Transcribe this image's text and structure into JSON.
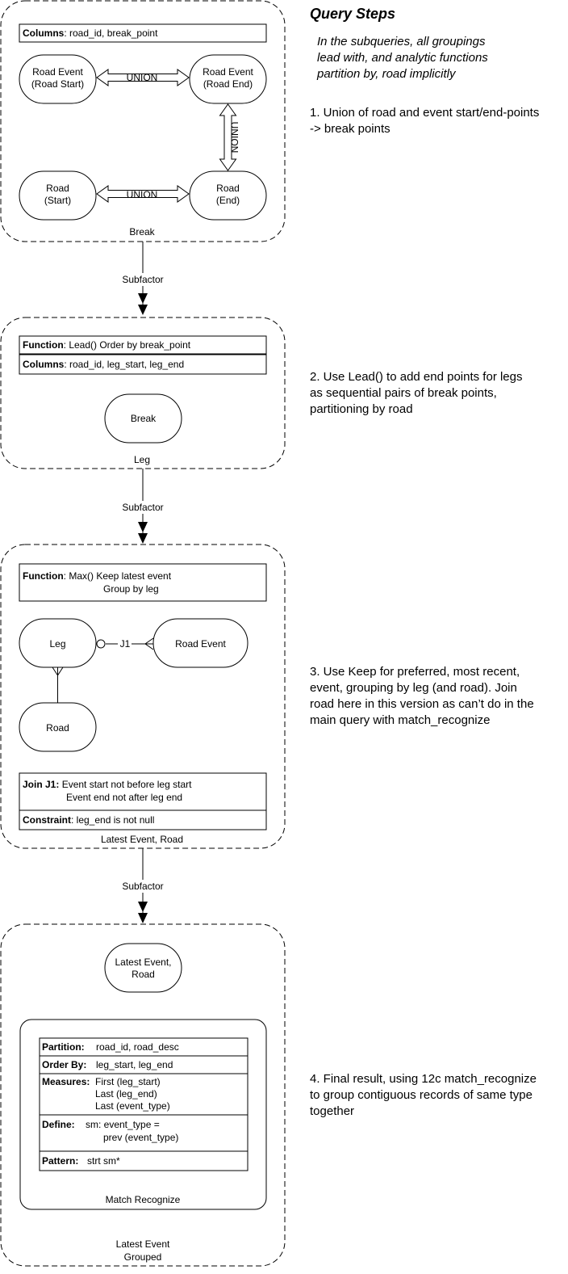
{
  "heading": "Query Steps",
  "intro": [
    "In the subqueries, all groupings",
    "lead with, and analytic functions",
    "partition by, road implicitly"
  ],
  "steps": [
    {
      "desc": [
        "1. Union of road and event start/end-points",
        "-> break points"
      ]
    },
    {
      "desc": [
        "2. Use Lead() to add end points for legs",
        "as sequential pairs of break points,",
        "partitioning by road"
      ]
    },
    {
      "desc": [
        "3. Use Keep for preferred, most recent,",
        "event, grouping by leg (and road). Join",
        "road here in this version as can’t do in the",
        "main query with match_recognize"
      ]
    },
    {
      "desc": [
        "4. Final result, using 12c match_recognize",
        "to group contiguous records of same type",
        "together"
      ]
    }
  ],
  "break": {
    "columns_label": "Columns",
    "columns_value": ": road_id, break_point",
    "event_start": [
      "Road Event",
      "(Road Start)"
    ],
    "event_end": [
      "Road Event",
      "(Road End)"
    ],
    "road_start": [
      "Road",
      "(Start)"
    ],
    "road_end": [
      "Road",
      "(End)"
    ],
    "union": "UNION",
    "caption": "Break"
  },
  "subfactor": "Subfactor",
  "leg": {
    "function_label": "Function",
    "function_value": ": Lead() Order by break_point",
    "columns_label": "Columns",
    "columns_value": ": road_id, leg_start, leg_end",
    "node": "Break",
    "caption": "Leg"
  },
  "latest": {
    "function_label": "Function",
    "function_value": ": Max() Keep latest event",
    "function_value2": "Group by leg",
    "leg": "Leg",
    "road_event": "Road Event",
    "road": "Road",
    "join_tag": "J1",
    "join_label": "Join J1:",
    "join_value": " Event start not before leg start",
    "join_value2": "Event end not after leg end",
    "constraint_label": "Constraint",
    "constraint_value": ": leg_end is not null",
    "caption": "Latest Event, Road"
  },
  "final": {
    "node": [
      "Latest Event,",
      "Road"
    ],
    "partition_label": "Partition:",
    "partition_value": "road_id, road_desc",
    "orderby_label": "Order By:",
    "orderby_value": "leg_start, leg_end",
    "measures_label": "Measures:",
    "measures_values": [
      "First (leg_start)",
      "Last (leg_end)",
      "Last (event_type)"
    ],
    "define_label": "Define:",
    "define_values": [
      "sm: event_type =",
      "prev (event_type)"
    ],
    "pattern_label": "Pattern:",
    "pattern_value": "strt sm*",
    "mr_caption": "Match Recognize",
    "caption": [
      "Latest Event",
      "Grouped"
    ]
  }
}
